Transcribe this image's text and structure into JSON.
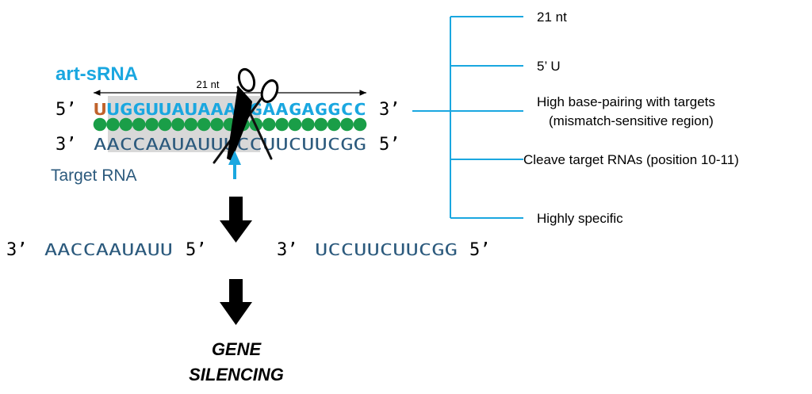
{
  "title": "art-sRNA",
  "length_label": "21 nt",
  "guide_strand": {
    "prime_left": "5’",
    "first_base": "U",
    "sequence_rest": "UGGUUAUAAAGGAAGAGGCC",
    "prime_right": "3’"
  },
  "target_strand": {
    "prime_left": "3’",
    "sequence": "AACCAAUAUUUCCUUCUUCGG",
    "prime_right": "5’"
  },
  "target_label": "Target RNA",
  "base_pair_count": 21,
  "fragment_left": {
    "prime_left": "3’",
    "sequence": "AACCAAUAUU",
    "prime_right": "5’"
  },
  "fragment_right": {
    "prime_left": "3’",
    "sequence": "UCCUUCUUCGG",
    "prime_right": "5’"
  },
  "outcome": [
    "GENE",
    "SILENCING"
  ],
  "features": [
    {
      "lines": [
        "21 nt"
      ]
    },
    {
      "lines": [
        "5’ U"
      ]
    },
    {
      "lines": [
        "High base-pairing with targets",
        "(mismatch-sensitive region)"
      ]
    },
    {
      "lines": [
        "Cleave target RNAs (position 10-11)"
      ]
    },
    {
      "lines": [
        "Highly specific"
      ]
    }
  ],
  "colors": {
    "accent": "#1aa7e0",
    "uracil": "#c0622b",
    "target": "#2c5a7d",
    "pairing": "#1a9e48",
    "highlight": "#d8d8d8",
    "arrow": "#000000"
  }
}
